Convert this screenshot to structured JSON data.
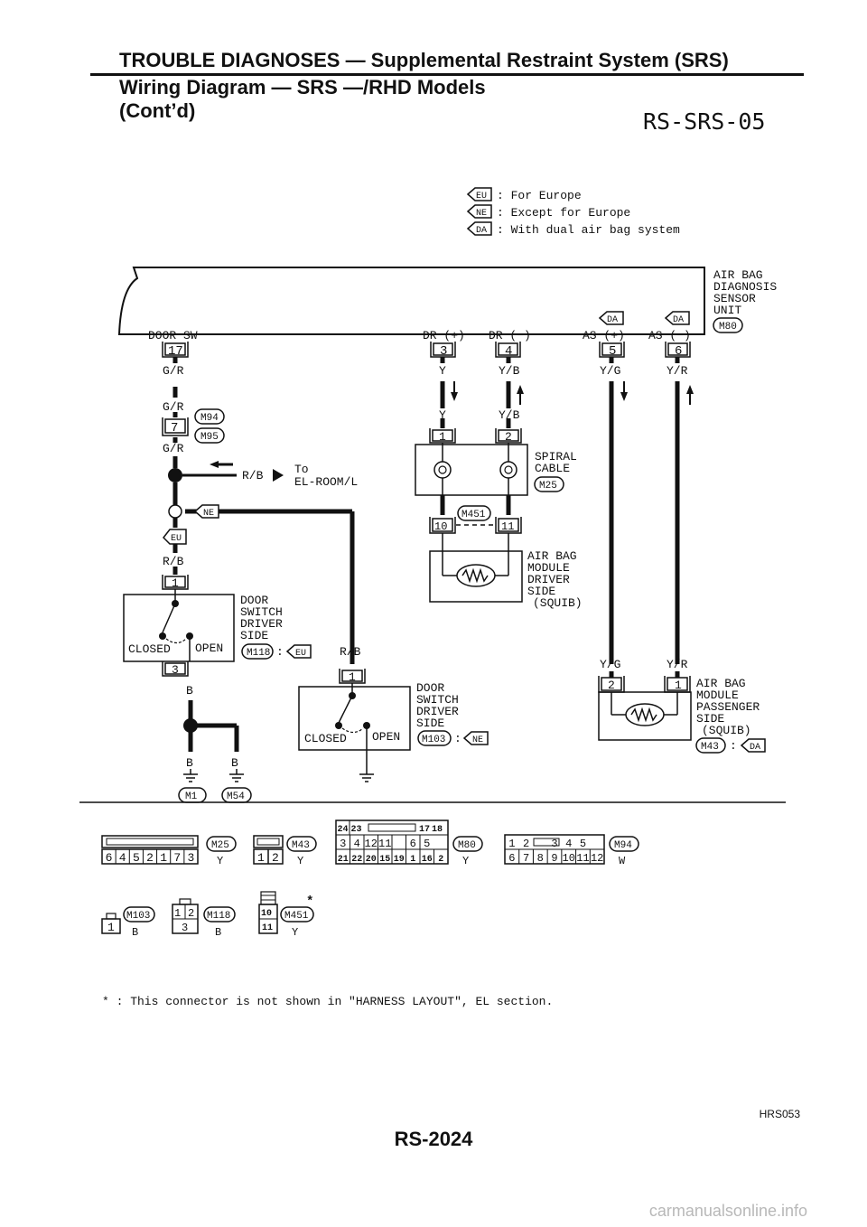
{
  "header": {
    "title": "TROUBLE DIAGNOSES — Supplemental Restraint System (SRS)",
    "subtitle_line1": "Wiring Diagram — SRS —/RHD Models",
    "subtitle_line2": "(Cont’d)",
    "diagram_code": "RS-SRS-05"
  },
  "legend": [
    {
      "tag": "EU",
      "text": ": For Europe"
    },
    {
      "tag": "NE",
      "text": ": Except for Europe"
    },
    {
      "tag": "DA",
      "text": ": With dual air bag system"
    }
  ],
  "unit": {
    "label_lines": [
      "AIR BAG",
      "DIAGNOSIS",
      "SENSOR",
      "UNIT"
    ],
    "connector": "M80",
    "pins": [
      {
        "name": "DOOR SW",
        "pin": "17",
        "tag": "",
        "wire": "G/R"
      },
      {
        "name": "DR (+)",
        "pin": "3",
        "tag": "",
        "wire": "Y"
      },
      {
        "name": "DR (−)",
        "pin": "4",
        "tag": "",
        "wire": "Y/B"
      },
      {
        "name": "AS (+)",
        "pin": "5",
        "tag": "DA",
        "wire": "Y/G"
      },
      {
        "name": "AS (−)",
        "pin": "6",
        "tag": "DA",
        "wire": "Y/R"
      }
    ]
  },
  "left_branch": {
    "wire_mid": "G/R",
    "joint_pin": "7",
    "joint_connectors": [
      "M94",
      "M95"
    ],
    "wire_below_joint": "G/R",
    "splice_wire": "R/B",
    "to_text_line1": "To",
    "to_text_line2": "EL-ROOM/L",
    "ne_tag": "NE",
    "eu_tag": "EU",
    "wire_eu": "R/B",
    "wire_ne": "R/B",
    "ground_wire": "B",
    "ground_wire_left": "B",
    "ground_wire_right": "B",
    "grounds": [
      "M1",
      "M54"
    ]
  },
  "door_switch_eu": {
    "label_lines": [
      "DOOR",
      "SWITCH",
      "DRIVER",
      "SIDE"
    ],
    "top_pin": "1",
    "bottom_pin": "3",
    "closed": "CLOSED",
    "open": "OPEN",
    "connector": "M118",
    "colon": ":",
    "tag": "EU"
  },
  "door_switch_ne": {
    "label_lines": [
      "DOOR",
      "SWITCH",
      "DRIVER",
      "SIDE"
    ],
    "top_pin": "1",
    "closed": "CLOSED",
    "open": "OPEN",
    "connector": "M103",
    "colon": ":",
    "tag": "NE"
  },
  "spiral_cable": {
    "wire_y": "Y",
    "wire_yb": "Y/B",
    "pins": [
      "1",
      "2"
    ],
    "label_lines": [
      "SPIRAL",
      "CABLE"
    ],
    "connector": "M25",
    "lower_pins": [
      "10",
      "11"
    ],
    "lower_connector": "M451"
  },
  "driver_module": {
    "label_lines": [
      "AIR BAG",
      "MODULE",
      "DRIVER",
      "SIDE",
      "(SQUIB)"
    ]
  },
  "passenger_module": {
    "wire_left": "Y/G",
    "wire_right": "Y/R",
    "pins": [
      "2",
      "1"
    ],
    "label_lines": [
      "AIR BAG",
      "MODULE",
      "PASSENGER",
      "SIDE",
      "(SQUIB)"
    ],
    "connector": "M43",
    "colon": ":",
    "tag": "DA"
  },
  "connector_views": [
    {
      "id": "M25",
      "color": "Y",
      "rows": [
        [
          "6",
          "4",
          "5",
          "2",
          "1",
          "7",
          "3"
        ]
      ]
    },
    {
      "id": "M43",
      "color": "Y",
      "rows": [
        [
          "1",
          "2"
        ]
      ]
    },
    {
      "id": "M80",
      "color": "Y",
      "rows": [
        [
          "24",
          "23",
          "",
          "17",
          "18"
        ],
        [
          "3",
          "4",
          "12",
          "11",
          "",
          "6",
          "5"
        ],
        [
          "21",
          "22",
          "20",
          "15",
          "19",
          "1",
          "16",
          "2"
        ]
      ]
    },
    {
      "id": "M94",
      "color": "W",
      "rows": [
        [
          "1",
          "2",
          "",
          "3",
          "4",
          "5"
        ],
        [
          "6",
          "7",
          "8",
          "9",
          "10",
          "11",
          "12"
        ]
      ]
    },
    {
      "id": "M103",
      "color": "B",
      "rows": [
        [
          "1"
        ]
      ]
    },
    {
      "id": "M118",
      "color": "B",
      "rows": [
        [
          "1",
          "2"
        ],
        [
          "3"
        ]
      ]
    },
    {
      "id": "M451",
      "color": "Y",
      "star": "*",
      "rows": [
        [
          "10"
        ],
        [
          "11"
        ]
      ]
    }
  ],
  "footnote": "* : This connector is not shown in \"HARNESS LAYOUT\", EL section.",
  "ref_code": "HRS053",
  "page_number": "RS-2024",
  "watermark": "carmanualsonline.info"
}
